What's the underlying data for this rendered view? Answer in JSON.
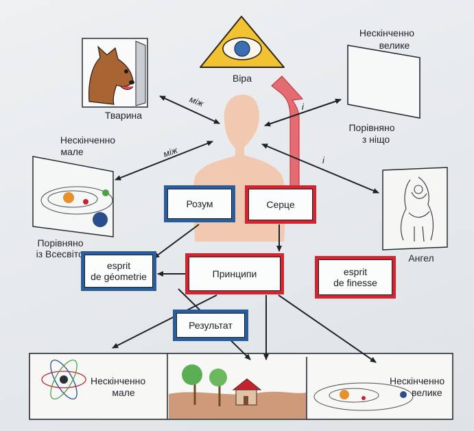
{
  "labels": {
    "faith": "Віра",
    "animal": "Тварина",
    "infinitely_large_line1": "Нескінченно",
    "infinitely_large_line2": "велике",
    "compared_nothing_line1": "Порівняно",
    "compared_nothing_line2": "з ніщо",
    "infinitely_small_line1": "Нескінченно",
    "infinitely_small_line2": "мале",
    "compared_universe_line1": "Порівняно",
    "compared_universe_line2": "із Всесвітом",
    "angel": "Ангел",
    "between_1": "між",
    "between_2": "між",
    "and_1": "і",
    "and_2": "і",
    "bottom_small_line1": "Нескінченно",
    "bottom_small_line2": "мале",
    "bottom_large_line1": "Нескінченно",
    "bottom_large_line2": "велике"
  },
  "boxes": {
    "reason": "Розум",
    "heart": "Серце",
    "geometry_line1": "esprit",
    "geometry_line2": "de géometrie",
    "principles": "Принципи",
    "finesse_line1": "esprit",
    "finesse_line2": "de finesse",
    "result": "Результат"
  },
  "colors": {
    "red_frame": "#d4242f",
    "blue_frame": "#2a5d9c",
    "eye_triangle": "#f2c230",
    "human_silhouette": "#f1c9b0",
    "faith_arrow": "#e46b72"
  }
}
